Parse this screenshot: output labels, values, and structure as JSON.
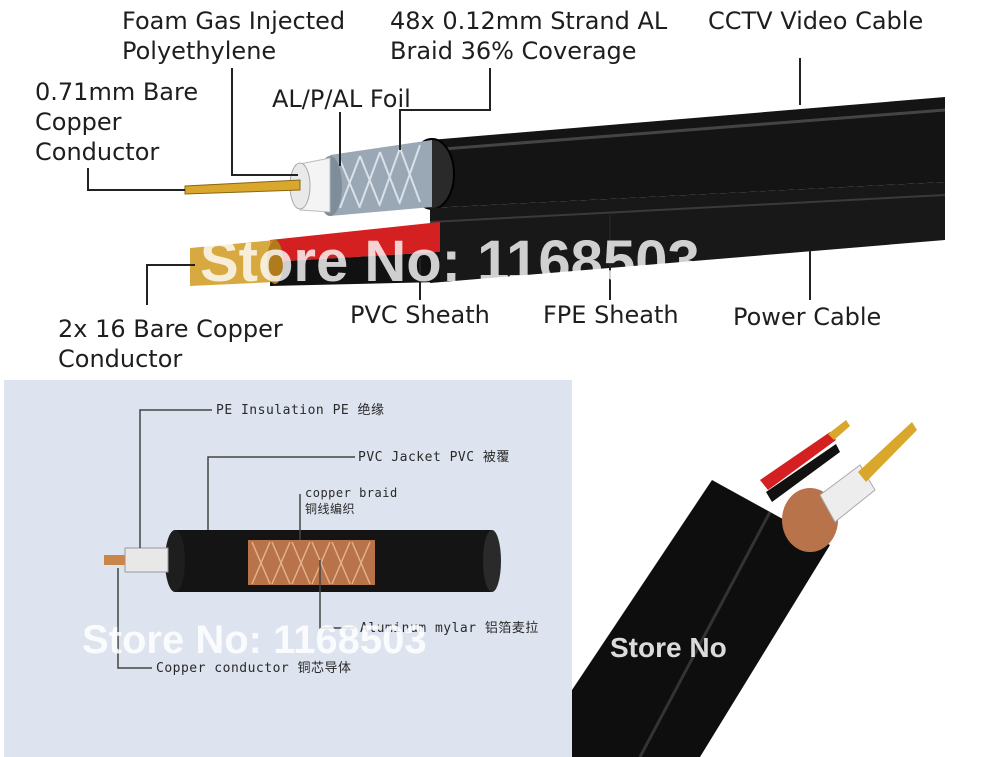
{
  "top": {
    "labels": {
      "foam": "Foam Gas Injected\nPolyethylene",
      "braid": "48x 0.12mm Strand AL\nBraid 36% Coverage",
      "cctv": "CCTV Video Cable",
      "conductor": "0.71mm Bare\nCopper\nConductor",
      "foil": "AL/P/AL Foil",
      "power_conductor": "2x 16 Bare Copper\nConductor",
      "pvc": "PVC Sheath",
      "fpe": "FPE Sheath",
      "power": "Power Cable"
    },
    "watermark": "Store No: 1168503",
    "colors": {
      "sheath": "#121212",
      "copper": "#d9a72b",
      "red": "#d42020",
      "foam": "#f2f2f2"
    }
  },
  "bottom_left": {
    "labels": {
      "pe": "PE Insulation PE 绝缘",
      "pvc": "PVC Jacket PVC 被覆",
      "braid": "copper braid\n铜线编织",
      "mylar": "Aluminum mylar 铝箔麦拉",
      "conductor": "Copper conductor 铜芯导体"
    },
    "watermark": "Store No: 1168503",
    "colors": {
      "background": "#dde3ef",
      "braid": "#b8734a"
    }
  },
  "bottom_right": {
    "watermark": "Store No"
  }
}
